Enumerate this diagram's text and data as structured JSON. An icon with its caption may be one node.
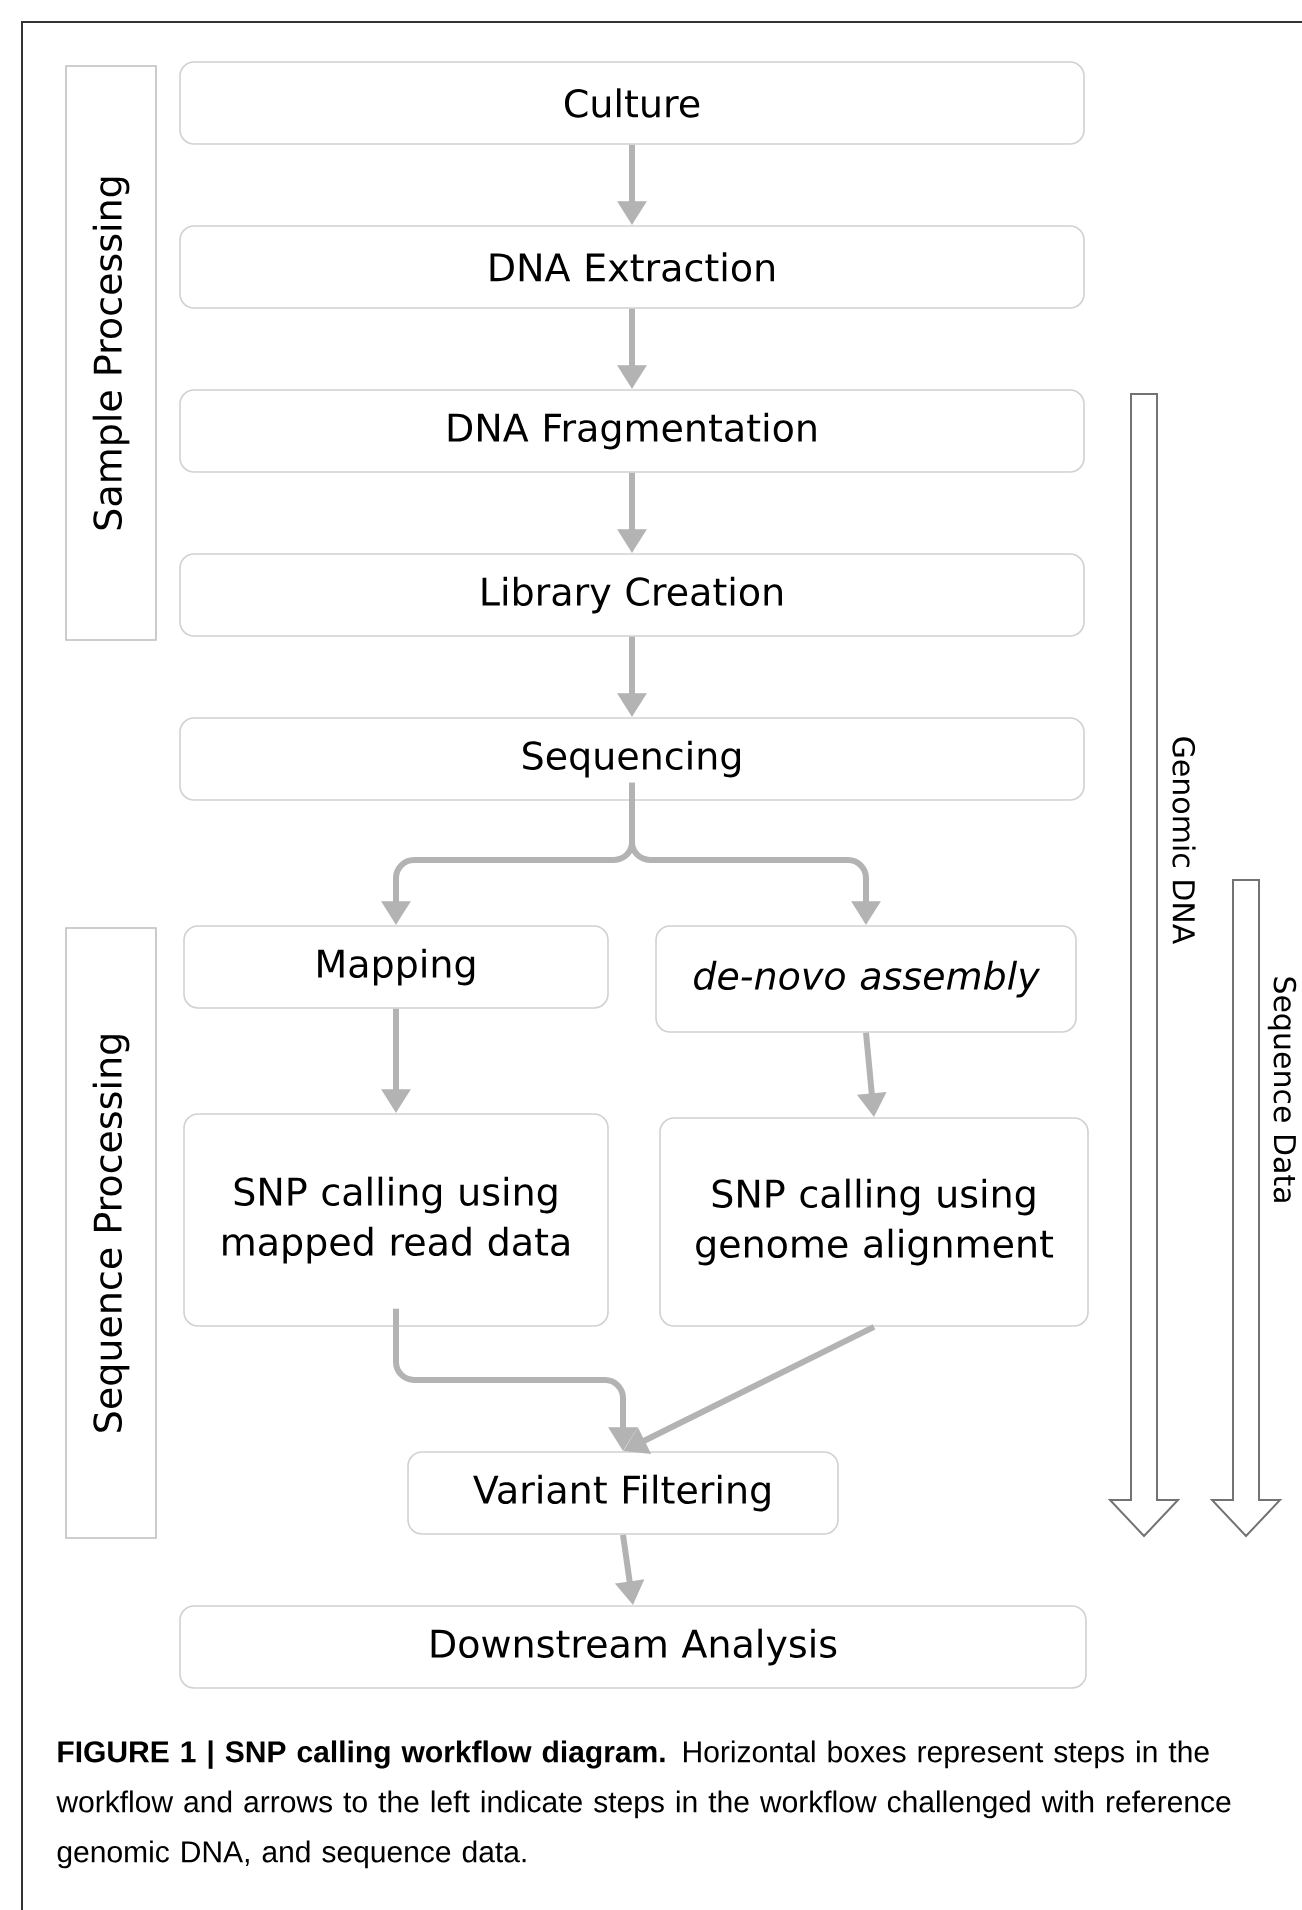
{
  "diagram": {
    "caption": "**FIGURE 1 | SNP calling workflow diagram.** Horizontal boxes represent steps in the workflow and arrows to the left indicate steps in the workflow challenged with reference genomic DNA, and sequence data.",
    "nodes": [
      {
        "text": [
          "Sample Processing"
        ]
      },
      {
        "text": [
          "Culture"
        ]
      },
      {
        "text": [
          "DNA Extraction"
        ]
      },
      {
        "text": [
          "DNA Fragmentation"
        ]
      },
      {
        "text": [
          "Library Creation"
        ]
      },
      {
        "text": [
          "Sequencing"
        ]
      },
      {
        "text": [
          "Sequence Processing"
        ]
      },
      {
        "text": [
          "Mapping"
        ]
      },
      {
        "text": [
          "de-novo assembly"
        ]
      },
      {
        "text": [
          "SNP calling using mapped read data"
        ]
      },
      {
        "text": [
          "SNP calling using genome alignment"
        ]
      },
      {
        "text": [
          "Variant Filtering"
        ]
      },
      {
        "text": [
          "Downstream Analysis"
        ]
      }
    ],
    "edges": [
      {
        "from": 1,
        "to": 2,
        "arrow": "to"
      },
      {
        "from": 2,
        "to": 3,
        "arrow": "to"
      },
      {
        "from": 3,
        "to": 4,
        "arrow": "to"
      },
      {
        "from": 4,
        "to": 5,
        "arrow": "to"
      },
      {
        "from": 5,
        "to": 7,
        "arrow": "to"
      },
      {
        "from": 5,
        "to": 8,
        "arrow": "to"
      },
      {
        "from": 7,
        "to": 9,
        "arrow": "to"
      },
      {
        "from": 8,
        "to": 10,
        "arrow": "to"
      },
      {
        "from": 9,
        "to": 11,
        "arrow": "to"
      },
      {
        "from": 10,
        "to": 11,
        "arrow": "to"
      },
      {
        "from": 11,
        "to": 12,
        "arrow": "to"
      }
    ],
    "labels": [
      "Genomic DNA",
      "Sequence Data"
    ]
  }
}
